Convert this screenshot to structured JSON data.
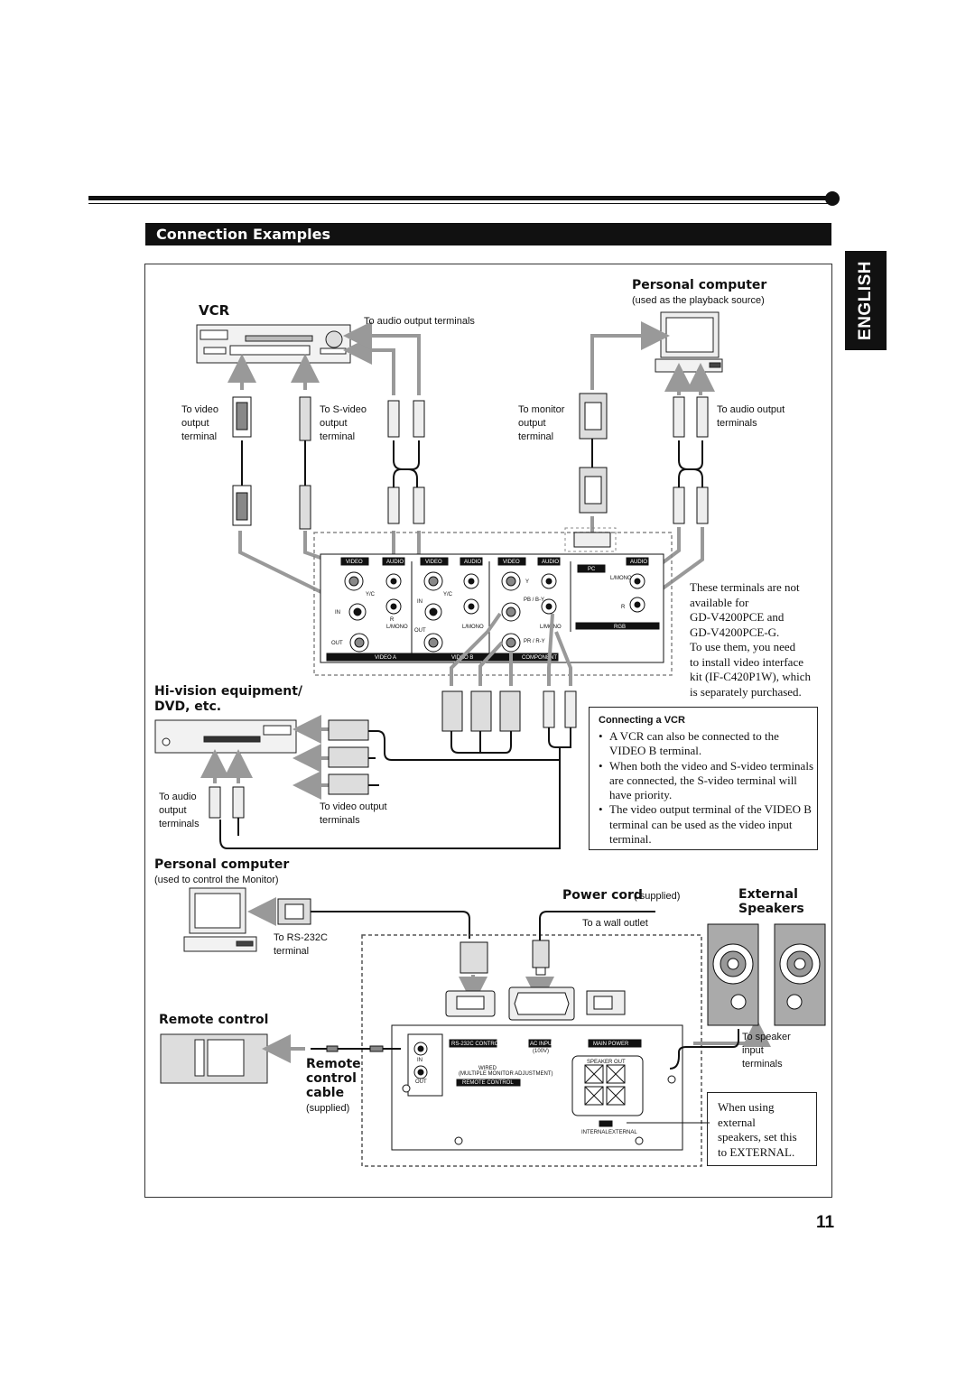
{
  "section_title": "Connection Examples",
  "language_tab": "ENGLISH",
  "page_number": "11",
  "vcr": {
    "title": "VCR",
    "to_audio_output": "To audio output terminals",
    "to_video_output": "To video\noutput\nterminal",
    "to_svideo_output": "To S-video\noutput\nterminal"
  },
  "pc_playback": {
    "title": "Personal computer",
    "subtitle": "(used as the playback source)",
    "to_monitor_output": "To monitor\noutput\nterminal",
    "to_audio_output": "To audio output\nterminals"
  },
  "panel_labels": {
    "video": "VIDEO",
    "audio": "AUDIO",
    "pc": "PC",
    "yc": "Y/C",
    "in": "IN",
    "out": "OUT",
    "r": "R",
    "lmono": "L/MONO",
    "y": "Y",
    "pb": "PB / B-Y",
    "pr": "PR / R-Y",
    "rgb": "RGB",
    "video_a": "VIDEO A",
    "video_b": "VIDEO B",
    "component": "COMPONENT",
    "rs232c_control": "RS-232C CONTROL",
    "ac_input": "AC INPUT",
    "ac_voltage": "(100V)",
    "main_power": "MAIN POWER",
    "wired": "WIRED",
    "multiple_monitor": "(MULTIPLE MONITOR ADJUSTMENT)",
    "remote_control": "REMOTE CONTROL",
    "speaker_out": "SPEAKER OUT",
    "internal": "INTERNAL",
    "external": "EXTERNAL"
  },
  "note_not_available": "These terminals are not\navailable for\nGD-V4200PCE and\nGD-V4200PCE-G.\nTo use them, you need\nto install video interface\nkit (IF-C420P1W), which\nis separately purchased.",
  "hivision": {
    "title_line1": "Hi-vision equipment/",
    "title_line2": "DVD, etc.",
    "to_audio_output": "To audio\noutput\nterminals",
    "to_video_output": "To video output\nterminals"
  },
  "connecting_vcr": {
    "title": "Connecting a VCR",
    "bullets": [
      "A VCR can also be connected to the VIDEO B terminal.",
      "When both the video and S-video terminals are connected, the S-video terminal will have priority.",
      "The video output terminal of the VIDEO B terminal can be used as the video input terminal."
    ]
  },
  "pc_control": {
    "title": "Personal computer",
    "subtitle": "(used to control the Monitor)",
    "to_rs232c": "To RS-232C\nterminal"
  },
  "power_cord": {
    "title": "Power cord",
    "supplied": "( supplied)",
    "to_wall": "To a wall outlet"
  },
  "external_speakers": {
    "title_line1": "External",
    "title_line2": "Speakers",
    "to_speaker_input": "To speaker\ninput\nterminals"
  },
  "remote_control": {
    "title": "Remote control"
  },
  "remote_cable": {
    "line1": "Remote",
    "line2": "control",
    "line3": "cable",
    "supplied": "(supplied)"
  },
  "when_using": "When using\nexternal\nspeakers, set this\nto EXTERNAL."
}
